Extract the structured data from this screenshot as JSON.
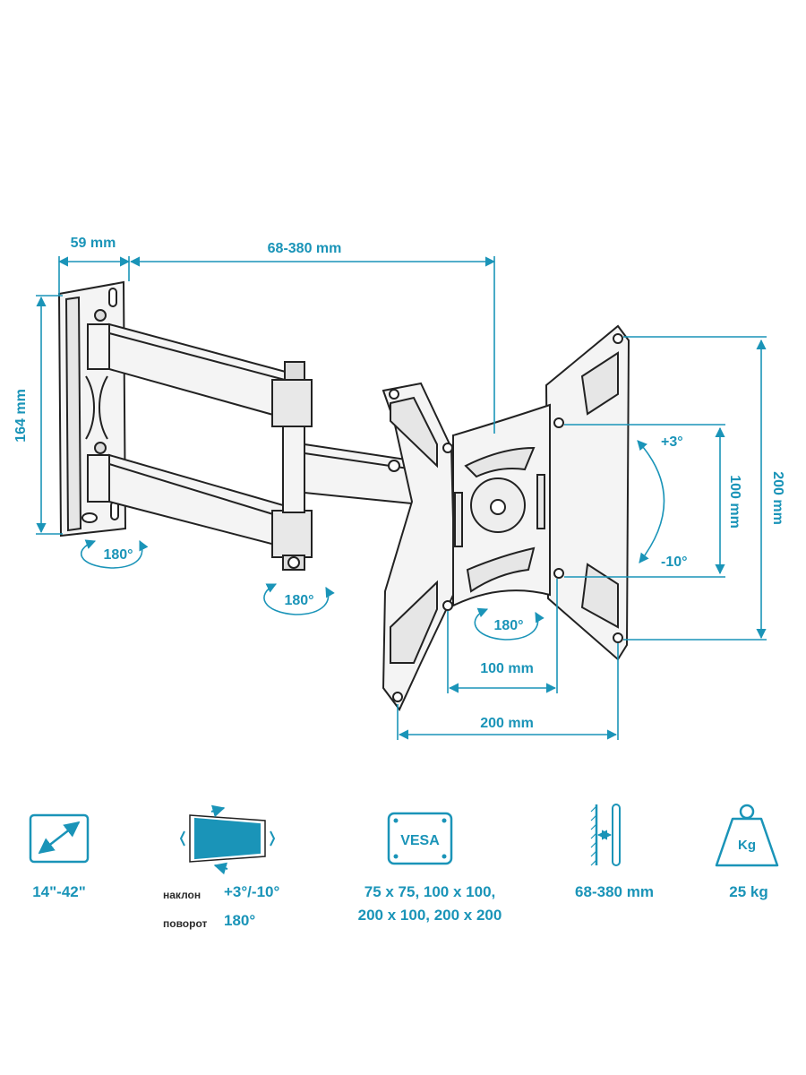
{
  "colors": {
    "accent": "#1a94b8",
    "line": "#222222",
    "fill_light": "#f2f2f2"
  },
  "dimensions": {
    "wall_plate_width": "59 mm",
    "arm_extension": "68-380 mm",
    "wall_plate_height": "164 mm",
    "vesa_height_outer": "200 mm",
    "vesa_height_inner": "100 mm",
    "vesa_width_inner": "100 mm",
    "vesa_width_outer": "200 mm",
    "tilt_up": "+3°",
    "tilt_down": "-10°",
    "rotation_wall": "180°",
    "rotation_arm": "180°",
    "rotation_plate": "180°"
  },
  "specs": {
    "screen_size": {
      "icon": "diagonal-arrow-icon",
      "value": "14\"-42\""
    },
    "tilt_swivel": {
      "icon": "screen-tilt-icon",
      "tilt_label": "наклон",
      "tilt_value": "+3°/-10°",
      "swivel_label": "поворот",
      "swivel_value": "180°"
    },
    "vesa": {
      "icon": "vesa-icon",
      "icon_text": "VESA",
      "value_line1": "75 x 75, 100 x 100,",
      "value_line2": "200 x 100, 200 x 200"
    },
    "distance": {
      "icon": "wall-distance-icon",
      "value": "68-380 mm"
    },
    "load": {
      "icon": "weight-icon",
      "icon_text": "Kg",
      "value": "25 kg"
    }
  }
}
